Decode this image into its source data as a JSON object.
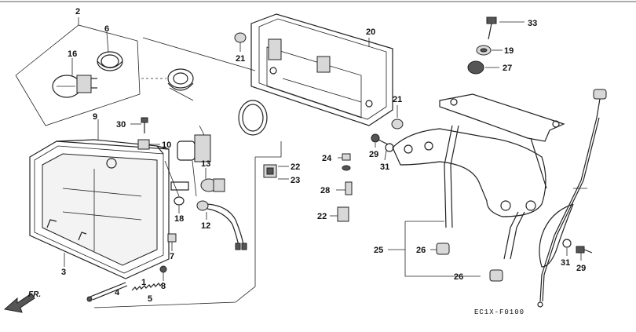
{
  "diagram": {
    "labels": [
      "1",
      "2",
      "3",
      "4",
      "5",
      "6",
      "7",
      "8",
      "9",
      "10",
      "12",
      "13",
      "16",
      "18",
      "19",
      "20",
      "21",
      "21",
      "22",
      "22",
      "23",
      "24",
      "25",
      "26",
      "26",
      "27",
      "28",
      "29",
      "29",
      "30",
      "31",
      "31",
      "33"
    ],
    "direction_label": "FR.",
    "drawing_code": "EC1X-F0100"
  }
}
